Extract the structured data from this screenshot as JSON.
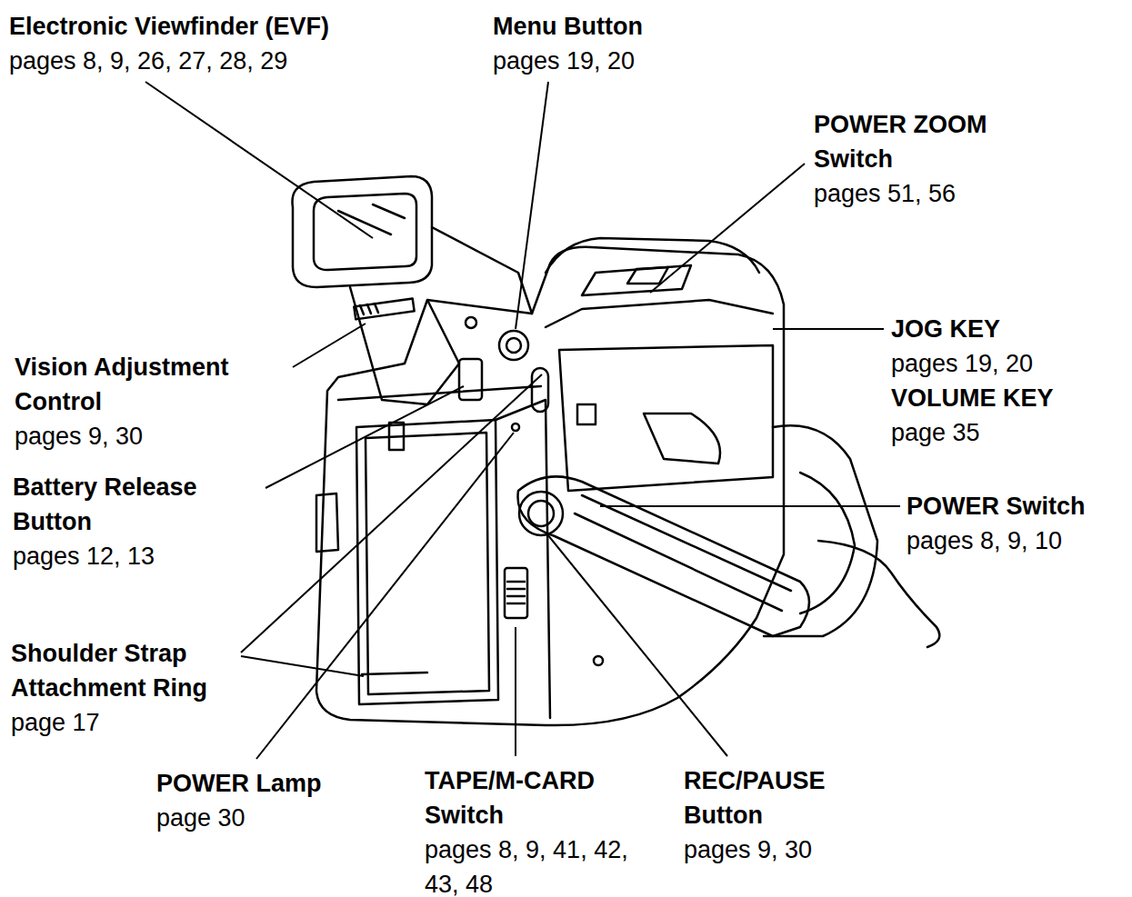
{
  "diagram": {
    "labels": [
      "Electronic Viewfinder (EVF)",
      "pages 8, 9, 26, 27, 28, 29",
      "Menu Button",
      "pages 19, 20",
      "POWER ZOOM Switch",
      "pages 51, 56",
      "JOG KEY",
      "pages 19, 20",
      "VOLUME KEY",
      "page 35",
      "POWER Switch",
      "pages 8, 9, 10",
      "Vision Adjustment Control",
      "pages 9, 30",
      "Battery Release Button",
      "pages 12, 13",
      "Shoulder Strap Attachment Ring",
      "page 17",
      "POWER Lamp",
      "page 30",
      "TAPE/M-CARD Switch",
      "pages 8, 9, 41, 42, 43, 48",
      "REC/PAUSE Button",
      "pages 9, 30"
    ]
  }
}
